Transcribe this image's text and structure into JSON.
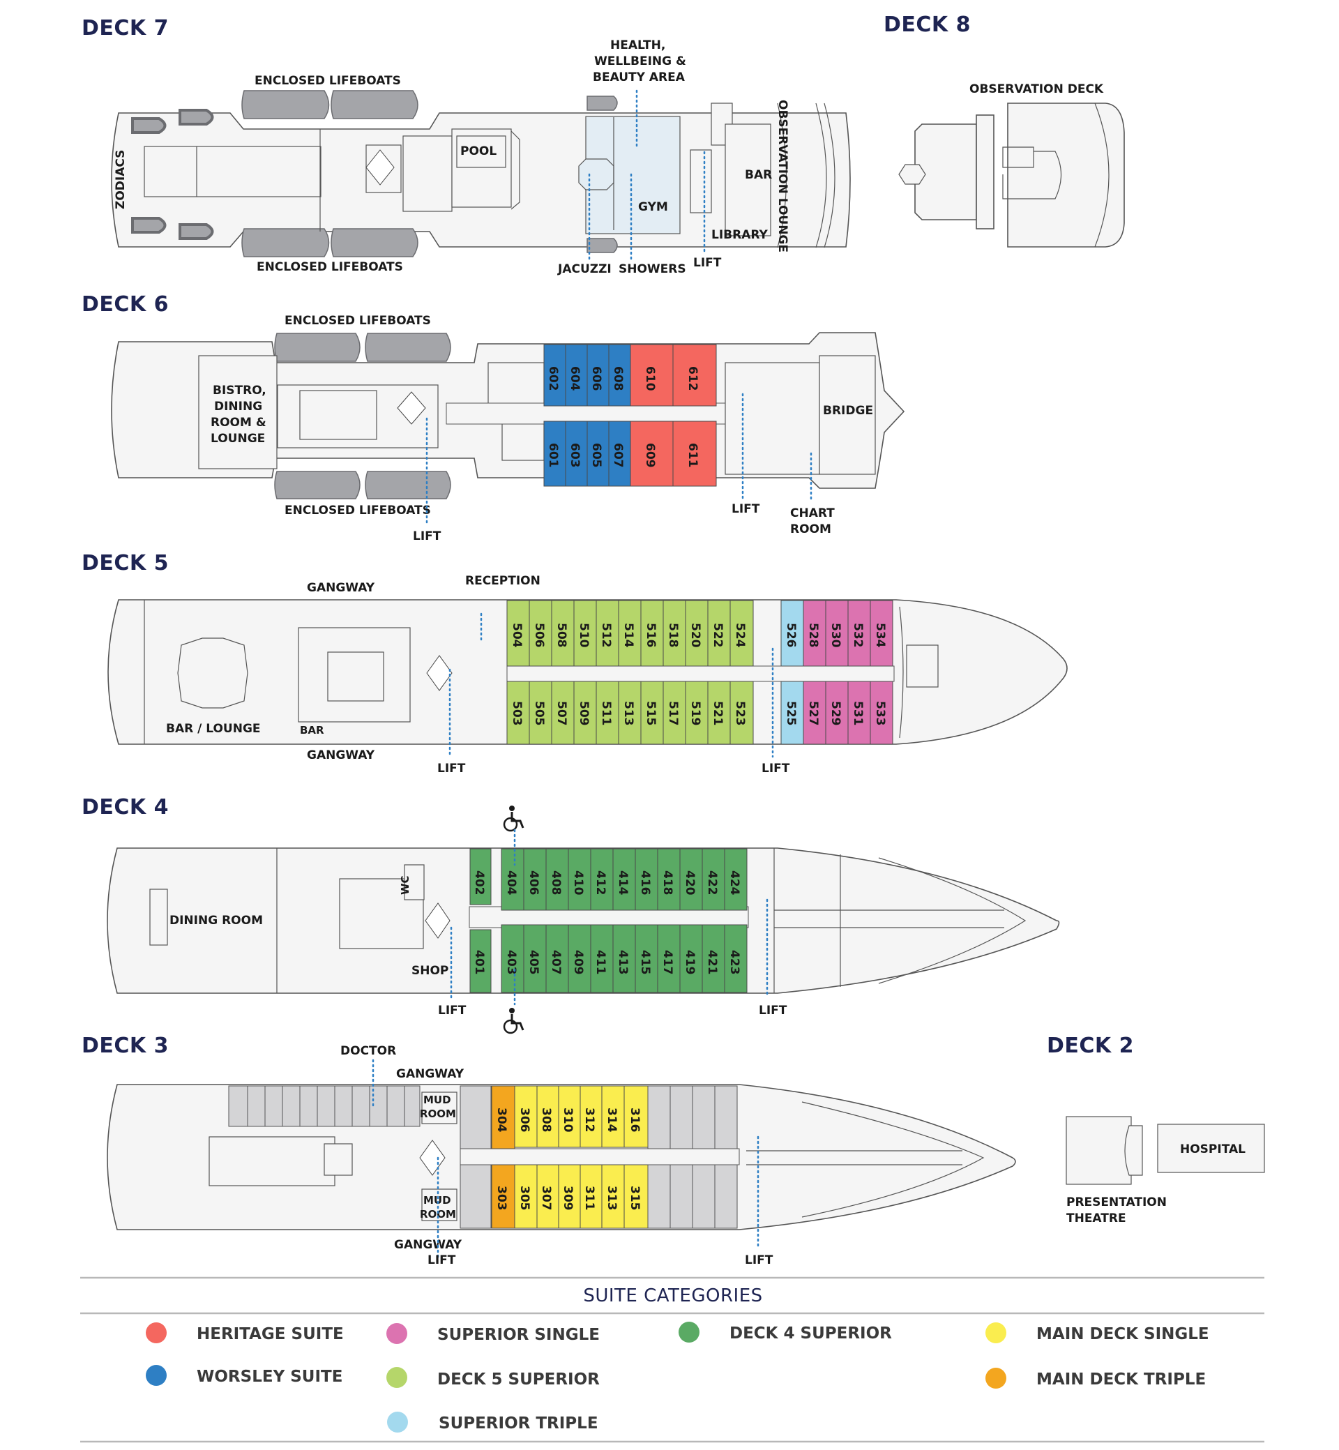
{
  "decks": {
    "deck7": {
      "title": "DECK 7",
      "labels": {
        "lifeboats_top": "ENCLOSED LIFEBOATS",
        "lifeboats_bottom": "ENCLOSED LIFEBOATS",
        "zodiacs": "ZODIACS",
        "pool": "POOL",
        "health_1": "HEALTH,",
        "health_2": "WELLBEING &",
        "health_3": "BEAUTY AREA",
        "gym": "GYM",
        "jacuzzi": "JACUZZI",
        "showers": "SHOWERS",
        "lift": "LIFT",
        "library": "LIBRARY",
        "bar": "BAR",
        "observation_lounge": "OBSERVATION LOUNGE"
      }
    },
    "deck8": {
      "title": "DECK 8",
      "labels": {
        "observation_deck": "OBSERVATION DECK"
      }
    },
    "deck6": {
      "title": "DECK 6",
      "labels": {
        "lifeboats_top": "ENCLOSED LIFEBOATS",
        "lifeboats_bottom": "ENCLOSED LIFEBOATS",
        "bistro_1": "BISTRO,",
        "bistro_2": "DINING",
        "bistro_3": "ROOM &",
        "bistro_4": "LOUNGE",
        "bridge": "BRIDGE",
        "lift_aft": "LIFT",
        "lift_fwd": "LIFT",
        "chart_1": "CHART",
        "chart_2": "ROOM"
      },
      "cabins_top": [
        "602",
        "604",
        "606",
        "608",
        "610",
        "612"
      ],
      "cabins_bottom": [
        "601",
        "603",
        "605",
        "607",
        "609",
        "611"
      ]
    },
    "deck5": {
      "title": "DECK 5",
      "labels": {
        "gangway_top": "GANGWAY",
        "gangway_bottom": "GANGWAY",
        "reception": "RECEPTION",
        "bar_lounge": "BAR / LOUNGE",
        "bar": "BAR",
        "lift_aft": "LIFT",
        "lift_fwd": "LIFT"
      },
      "cabins_top": [
        "504",
        "506",
        "508",
        "510",
        "512",
        "514",
        "516",
        "518",
        "520",
        "522",
        "524",
        "526",
        "528",
        "530",
        "532",
        "534"
      ],
      "cabins_bottom": [
        "503",
        "505",
        "507",
        "509",
        "511",
        "513",
        "515",
        "517",
        "519",
        "521",
        "523",
        "525",
        "527",
        "529",
        "531",
        "533"
      ]
    },
    "deck4": {
      "title": "DECK 4",
      "labels": {
        "dining_room": "DINING ROOM",
        "wc": "WC",
        "shop": "SHOP",
        "lift_aft": "LIFT",
        "lift_fwd": "LIFT",
        "accessible_icon": "wheelchair-icon"
      },
      "cabins_top": [
        "402",
        "404",
        "406",
        "408",
        "410",
        "412",
        "414",
        "416",
        "418",
        "420",
        "422",
        "424"
      ],
      "cabins_bottom": [
        "401",
        "403",
        "405",
        "407",
        "409",
        "411",
        "413",
        "415",
        "417",
        "419",
        "421",
        "423"
      ]
    },
    "deck3": {
      "title": "DECK 3",
      "labels": {
        "doctor": "DOCTOR",
        "gangway_top": "GANGWAY",
        "gangway_bottom": "GANGWAY",
        "mud_room_1": "MUD",
        "mud_room_2": "ROOM",
        "lift_aft": "LIFT",
        "lift_fwd": "LIFT"
      },
      "cabins_top": [
        "304",
        "306",
        "308",
        "310",
        "312",
        "314",
        "316"
      ],
      "cabins_bottom": [
        "303",
        "305",
        "307",
        "309",
        "311",
        "313",
        "315"
      ]
    },
    "deck2": {
      "title": "DECK 2",
      "labels": {
        "hospital": "HOSPITAL",
        "theatre_1": "PRESENTATION",
        "theatre_2": "THEATRE"
      }
    }
  },
  "legend": {
    "title": "SUITE CATEGORIES",
    "items": [
      {
        "label": "HERITAGE SUITE",
        "color": "#f4675f"
      },
      {
        "label": "WORSLEY SUITE",
        "color": "#2e7fc4"
      },
      {
        "label": "SUPERIOR SINGLE",
        "color": "#dc73b0"
      },
      {
        "label": "DECK 5 SUPERIOR",
        "color": "#b5d66a"
      },
      {
        "label": "SUPERIOR TRIPLE",
        "color": "#a3d9ee"
      },
      {
        "label": "DECK 4 SUPERIOR",
        "color": "#5aaa64"
      },
      {
        "label": "MAIN DECK SINGLE",
        "color": "#faed4f"
      },
      {
        "label": "MAIN DECK TRIPLE",
        "color": "#f3a61f"
      }
    ]
  },
  "colors": {
    "heading": "#1e2452",
    "heritage": "#f4675f",
    "worsley": "#2e7fc4",
    "superior_single": "#dc73b0",
    "deck5_superior": "#b5d66a",
    "superior_triple": "#a3d9ee",
    "deck4_superior": "#5aaa64",
    "main_deck_single": "#faed4f",
    "main_deck_triple": "#f3a61f",
    "crew_area": "#d4d4d6",
    "lift_line": "#2e7fc4"
  }
}
